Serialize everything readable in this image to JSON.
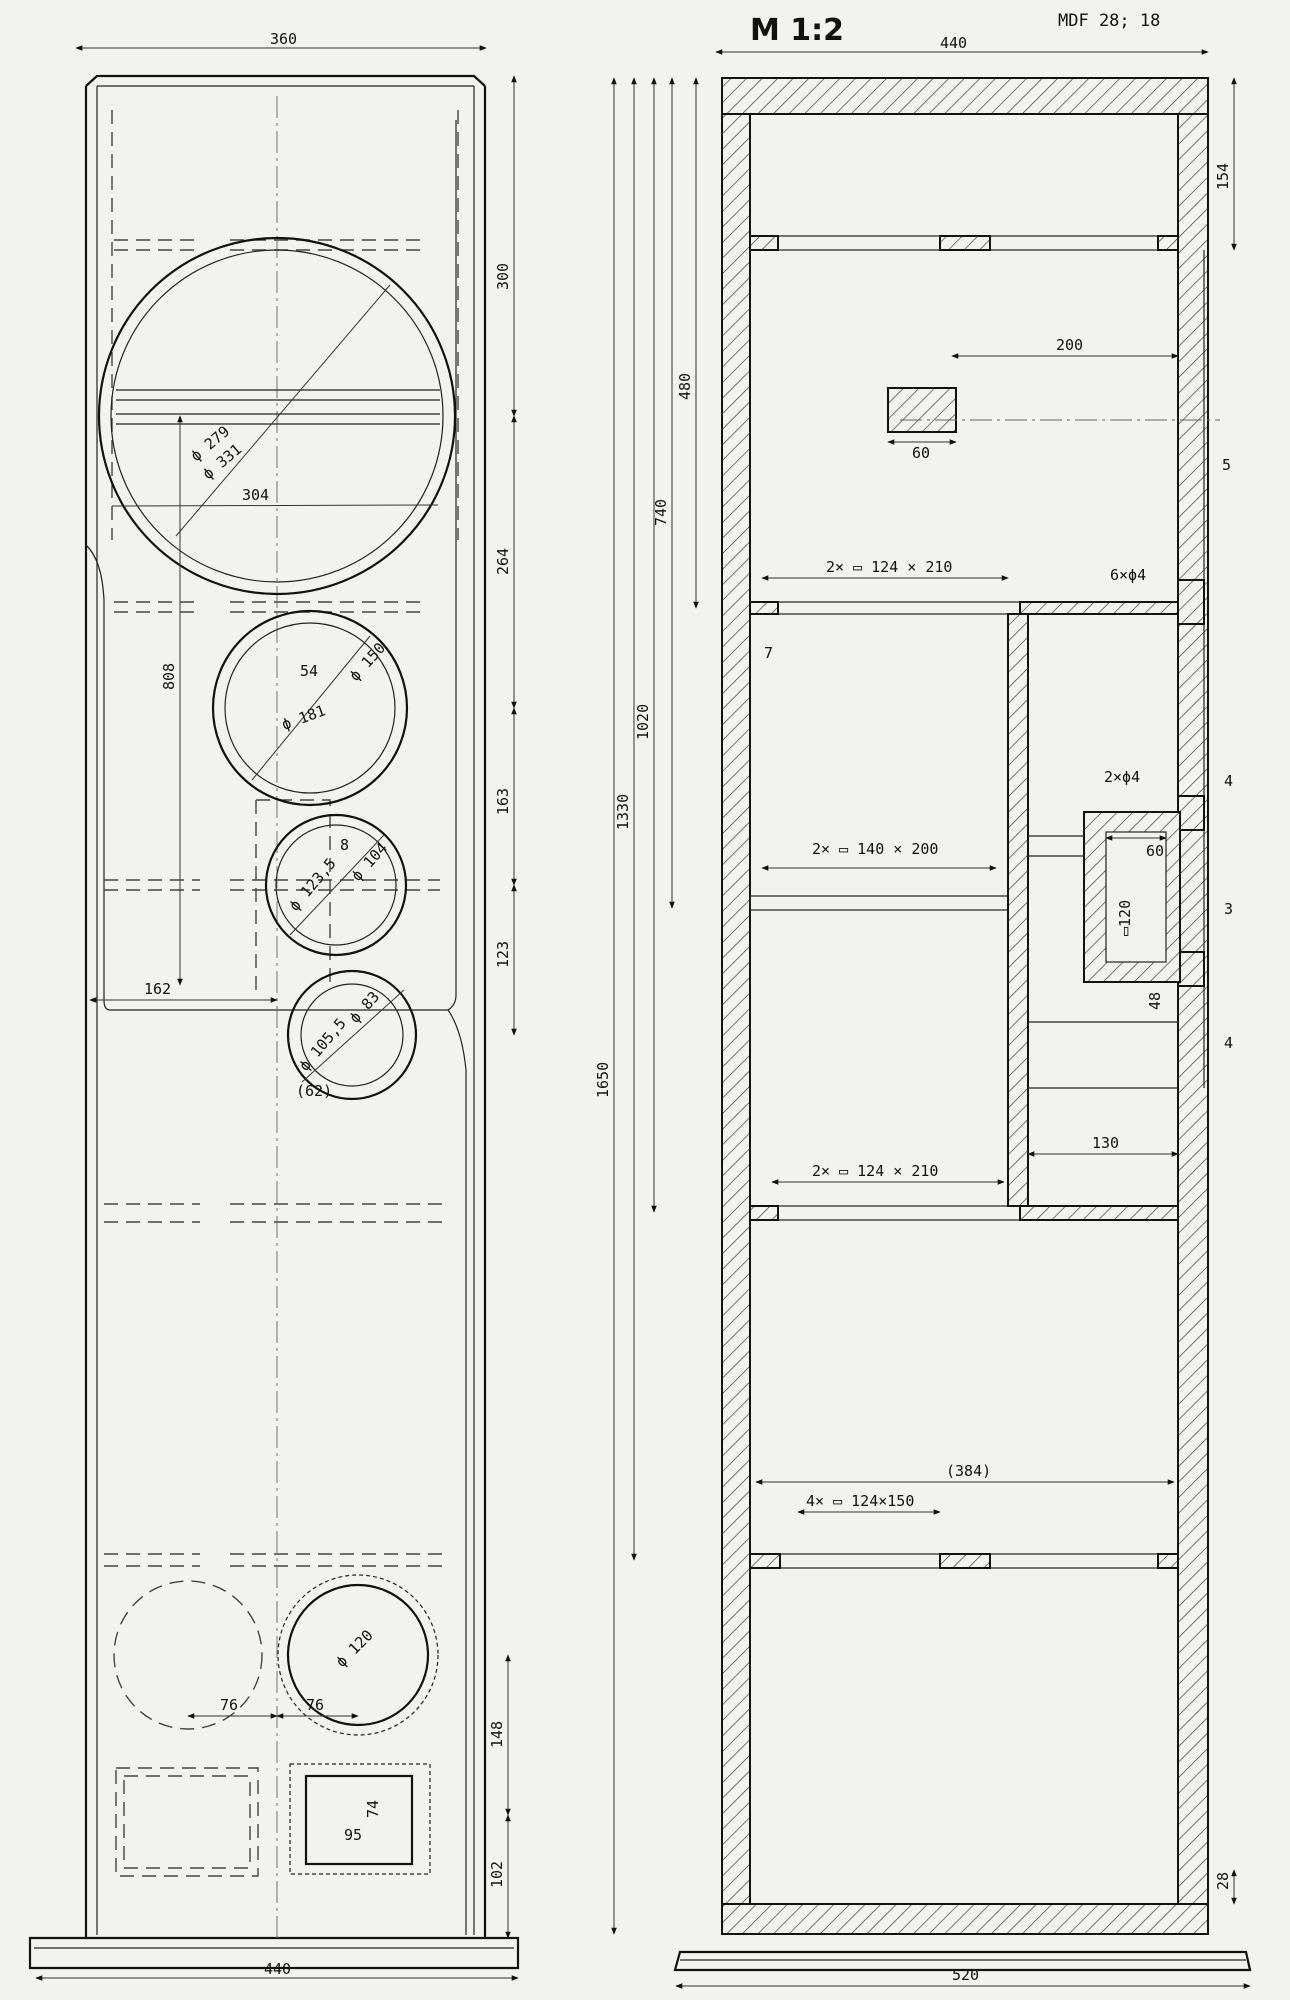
{
  "header": {
    "scale": "M 1:2",
    "material": "MDF 28; 18"
  },
  "front_view": {
    "dims": {
      "top_width": "360",
      "base_width": "440",
      "d300": "300",
      "d264": "264",
      "d163": "163",
      "d123": "123",
      "d808": "808",
      "d162": "162",
      "d148": "148",
      "d102": "102",
      "d76a": "76",
      "d76b": "76",
      "d74": "74",
      "d95": "95",
      "d304": "304",
      "d54": "54",
      "d8": "8",
      "d62": "(62)"
    },
    "holes": {
      "woofer_inner": "ϕ 279",
      "woofer_outer": "ϕ 331",
      "mid_inner": "ϕ 150",
      "mid_outer": "ϕ 181",
      "mid2_inner": "ϕ 104",
      "mid2_outer": "ϕ 123,5",
      "tw_inner": "ϕ 83",
      "tw_outer": "ϕ 105,5",
      "port": "ϕ 120"
    }
  },
  "side_view": {
    "dims": {
      "top_width": "440",
      "base_width": "520",
      "d154": "154",
      "d200": "200",
      "d60a": "60",
      "d5": "5",
      "d480": "480",
      "d740": "740",
      "d1020": "1020",
      "d1330": "1330",
      "d1650": "1650",
      "d7": "7",
      "d4a": "4",
      "d60b": "60",
      "d3": "3",
      "d120": "▭120",
      "d48": "48",
      "d4b": "4",
      "d130": "130",
      "d384": "(384)",
      "d28": "28"
    },
    "braces": {
      "b1": "2× ▭ 124 × 210",
      "b2": "2× ▭ 140 × 200",
      "b3": "2× ▭ 124 × 210",
      "b4": "4× ▭ 124×150",
      "holes_a": "6×ϕ4",
      "holes_b": "2×ϕ4"
    }
  }
}
